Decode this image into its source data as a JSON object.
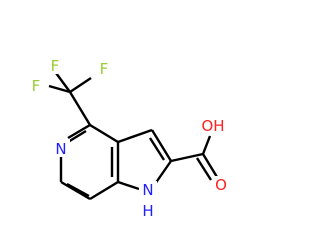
{
  "molecule": {
    "atoms": {
      "f_top": "F",
      "f_left": "F",
      "f_right": "F",
      "n_ring": "N",
      "o_hydroxyl": "OH",
      "o_carbonyl": "O",
      "n_pyrrole": "N",
      "h_pyrrole": "H"
    }
  },
  "colors": {
    "fluorine": "#9ACD32",
    "nitrogen": "#2020FF",
    "oxygen": "#FF2020",
    "bond": "#000000",
    "background": "#ffffff"
  }
}
